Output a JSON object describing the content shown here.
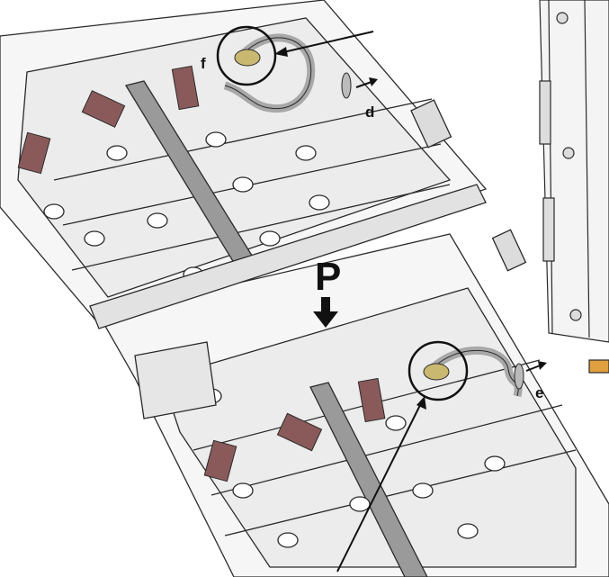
{
  "labels": {
    "d": "d",
    "e": "e",
    "f": "f",
    "p": "P"
  },
  "colors": {
    "outline": "#2a2a2a",
    "panel_fill": "#f2f2f2",
    "glass_fill": "#e4e4e4",
    "connector_fill": "#8a5a5a",
    "cable_fill": "#a8a8a8",
    "terminal_fill": "#c9b870",
    "amber_strip": "#e0a040"
  }
}
